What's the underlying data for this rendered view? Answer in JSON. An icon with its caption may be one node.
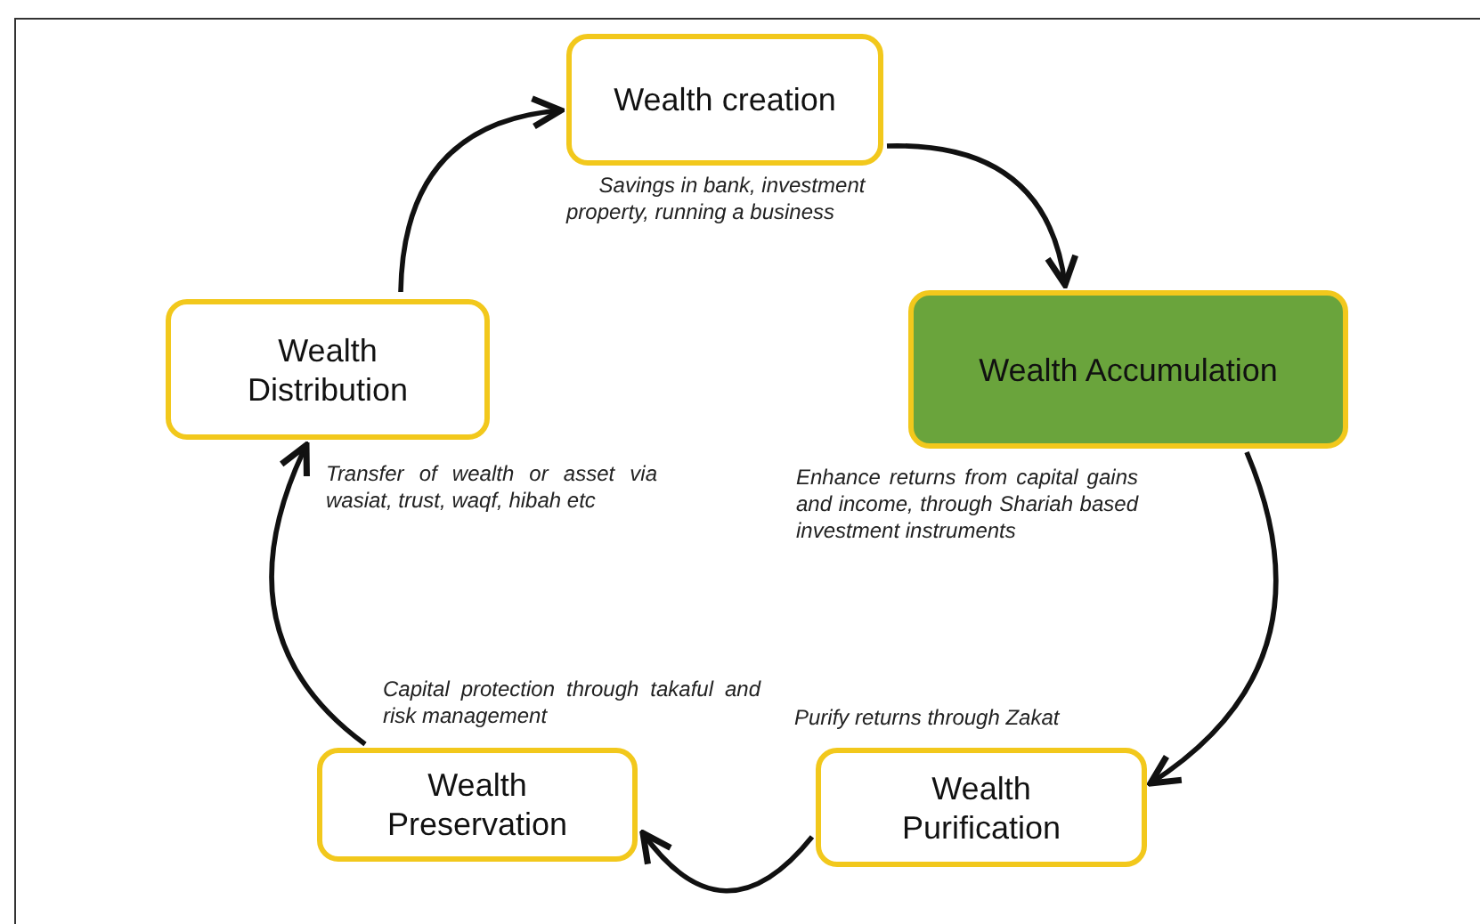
{
  "diagram": {
    "nodes": [
      {
        "text": [
          "Wealth creation"
        ],
        "beside": [
          "Savings in bank, investment property, running a business"
        ]
      },
      {
        "text": [
          "Wealth Accumulation"
        ],
        "beside": [
          "Enhance returns from capital gains and income, through Shariah based investment instruments"
        ]
      },
      {
        "text": [
          "Wealth Purification"
        ],
        "beside": [
          "Purify returns through Zakat"
        ]
      },
      {
        "text": [
          "Wealth Preservation"
        ],
        "beside": [
          "Capital protection through takaful and risk management"
        ]
      },
      {
        "text": [
          "Wealth Distribution"
        ],
        "beside": [
          "Transfer of wealth or asset via wasiat, trust, waqf, hibah etc"
        ]
      }
    ],
    "edges": [
      {
        "from": 0,
        "to": 1,
        "arrow": "to"
      },
      {
        "from": 1,
        "to": 2,
        "arrow": "to"
      },
      {
        "from": 2,
        "to": 3,
        "arrow": "to"
      },
      {
        "from": 3,
        "to": 4,
        "arrow": "to"
      },
      {
        "from": 4,
        "to": 0,
        "arrow": "to"
      }
    ]
  }
}
